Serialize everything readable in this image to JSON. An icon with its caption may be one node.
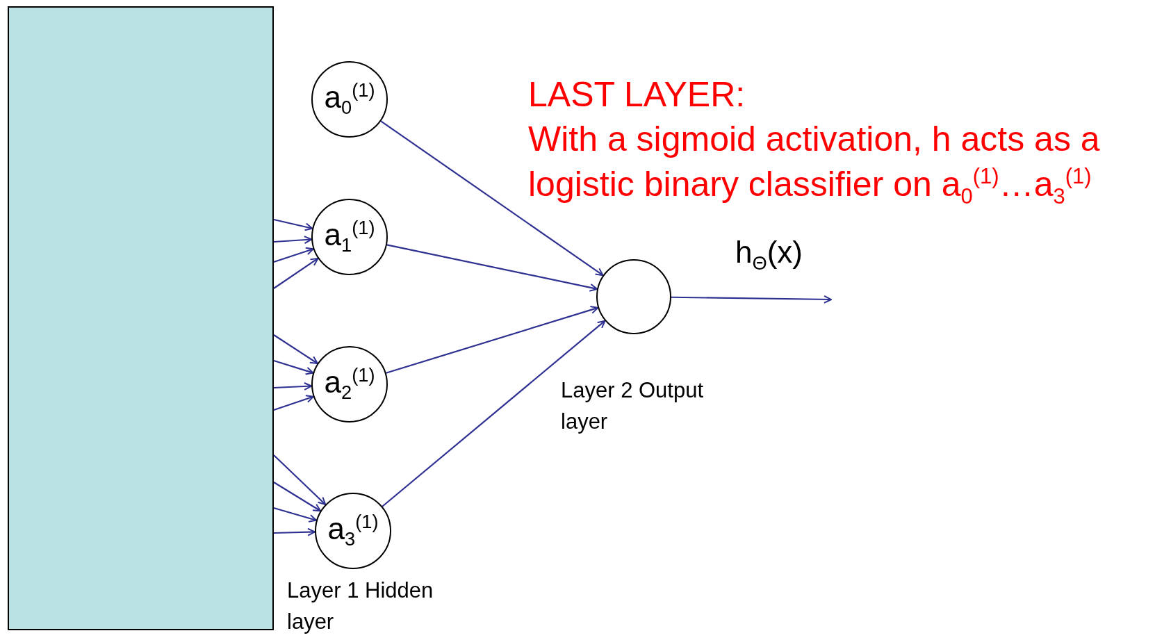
{
  "diagram": {
    "nodes": [
      {
        "text": [],
        "shape": "box"
      },
      {
        "text": [
          "a$_{0}$$^{(1)}$"
        ]
      },
      {
        "text": [
          "a$_{1}$$^{(1)}$"
        ]
      },
      {
        "text": [
          "a$_{2}$$^{(1)}$"
        ]
      },
      {
        "text": [
          "a$_{3}$$^{(1)}$"
        ]
      },
      {
        "text": [],
        "shape": "circle",
        "beside": [
          "Layer 2 Output layer"
        ]
      }
    ],
    "edges": [
      {
        "from": 0,
        "to": 2,
        "arrow": "to"
      },
      {
        "from": 0,
        "to": 2,
        "arrow": "to"
      },
      {
        "from": 0,
        "to": 2,
        "arrow": "to"
      },
      {
        "from": 0,
        "to": 2,
        "arrow": "to"
      },
      {
        "from": 0,
        "to": 3,
        "arrow": "to"
      },
      {
        "from": 0,
        "to": 3,
        "arrow": "to"
      },
      {
        "from": 0,
        "to": 3,
        "arrow": "to"
      },
      {
        "from": 0,
        "to": 3,
        "arrow": "to"
      },
      {
        "from": 0,
        "to": 4,
        "arrow": "to"
      },
      {
        "from": 0,
        "to": 4,
        "arrow": "to"
      },
      {
        "from": 0,
        "to": 4,
        "arrow": "to"
      },
      {
        "from": 0,
        "to": 4,
        "arrow": "to"
      },
      {
        "from": 1,
        "to": 5,
        "arrow": "to"
      },
      {
        "from": 2,
        "to": 5,
        "arrow": "to"
      },
      {
        "from": 3,
        "to": 5,
        "arrow": "to"
      },
      {
        "from": 4,
        "to": 5,
        "arrow": "to"
      },
      {
        "from": 5,
        "to": null,
        "arrow": "to",
        "label": "h$_{Θ}$(x)"
      }
    ],
    "labels": [
      "LAST LAYER:",
      "With a sigmoid activation, h acts as a logistic binary classifier on a$_{0}$$^{(1)}$…a$_{3}$$^{(1)}$",
      "Layer 1 Hidden layer"
    ]
  }
}
